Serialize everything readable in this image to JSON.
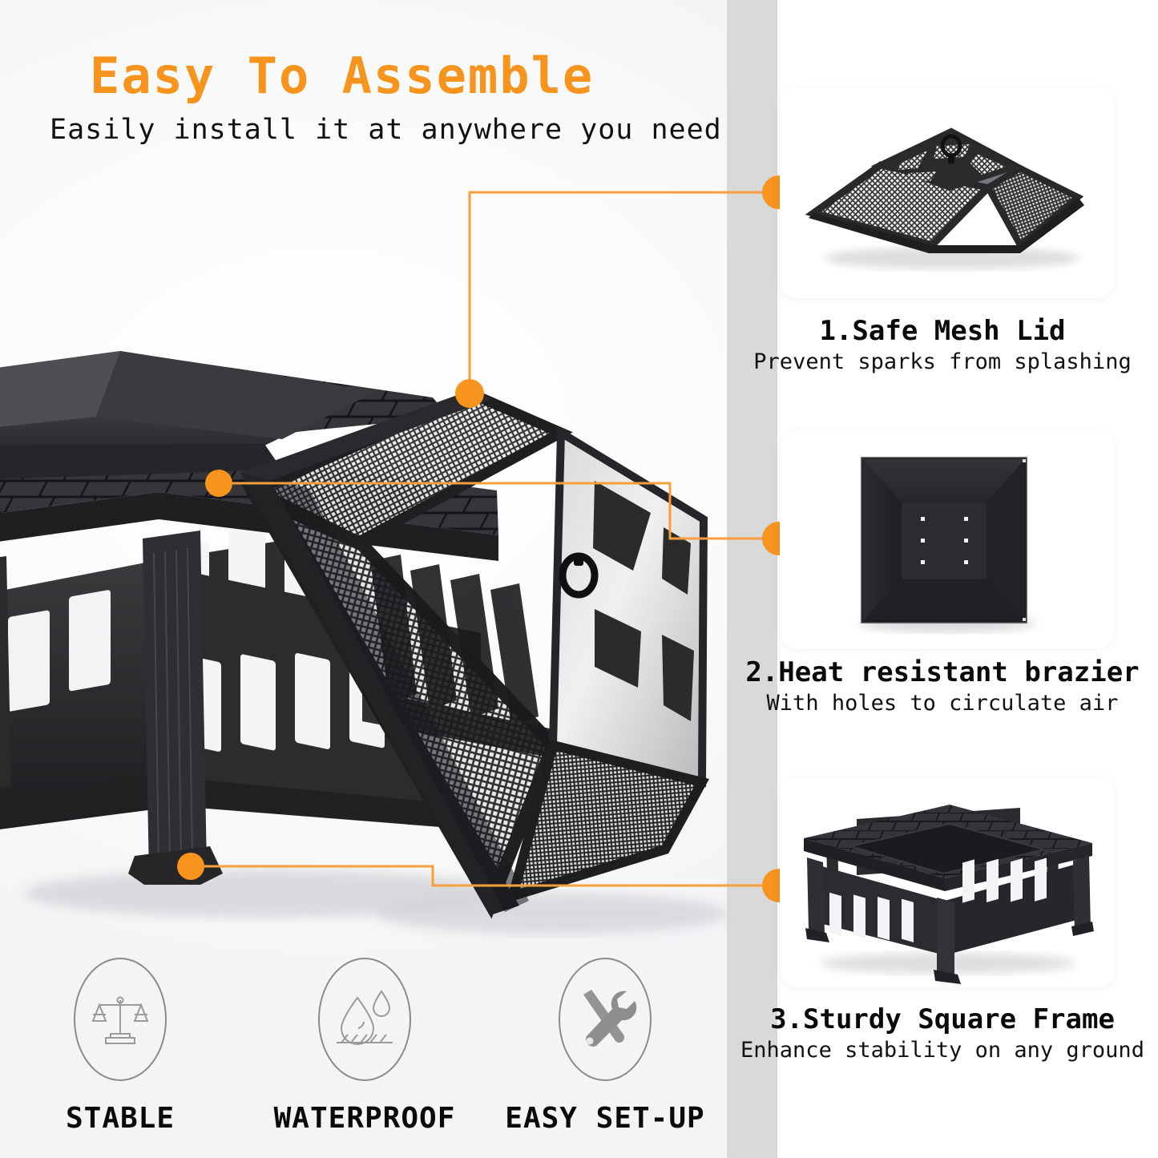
{
  "header": {
    "title": "Easy To Assemble",
    "subtitle": "Easily install it at anywhere you need",
    "accent_color": "#F7941E",
    "text_color": "#111111"
  },
  "layout": {
    "panel_bg": "#d9d9d9",
    "card_bg": "#ffffff",
    "page_bg": "#f7f8f9"
  },
  "main_product": {
    "name": "square-metal-fire-pit-table",
    "description": "Square fire pit table with tapered brazier, slat side panels, fluted legs and stone-pattern top rim, with the pyramidal mesh spark lid leaning against it",
    "color": "#2a2a2c"
  },
  "callouts": [
    {
      "index": 1,
      "dot_on_product": "mesh-lid-top-corner",
      "dot_on_card": "card-1"
    },
    {
      "index": 2,
      "dot_on_product": "brazier-rim-edge",
      "dot_on_card": "card-2"
    },
    {
      "index": 3,
      "dot_on_product": "frame-leg-foot",
      "dot_on_card": "card-3"
    }
  ],
  "features": [
    {
      "title": "1.Safe Mesh Lid",
      "subtitle": "Prevent sparks from splashing",
      "image_name": "mesh-spark-lid-photo"
    },
    {
      "title": "2.Heat resistant brazier",
      "subtitle": "With holes to circulate air",
      "image_name": "brazier-bowl-topdown-photo",
      "hole_count": 6
    },
    {
      "title": "3.Sturdy Square Frame",
      "subtitle": "Enhance stability on any ground",
      "image_name": "square-frame-photo"
    }
  ],
  "badges": [
    {
      "label": "STABLE",
      "icon": "balance-scale-icon"
    },
    {
      "label": "WATERPROOF",
      "icon": "water-drop-icon"
    },
    {
      "label": "EASY SET-UP",
      "icon": "wrench-screwdriver-icon"
    }
  ]
}
